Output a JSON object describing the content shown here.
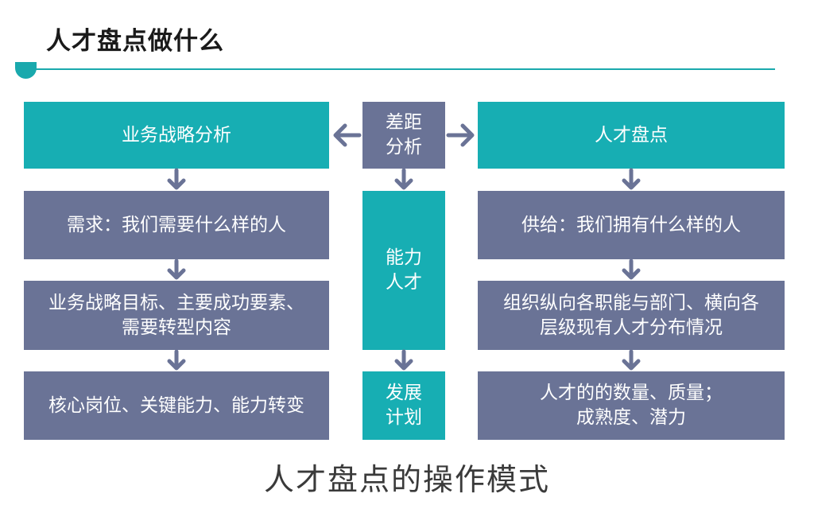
{
  "title": "人才盘点做什么",
  "caption": "人才盘点的操作模式",
  "colors": {
    "teal": "#17aeb3",
    "slate": "#6a7396",
    "arrow": "#6a7396"
  },
  "left": {
    "header": "业务战略分析",
    "items": [
      "需求：我们需要什么样的人",
      "业务战略目标、主要成功要素、\n需要转型内容",
      "核心岗位、关键能力、能力转变"
    ]
  },
  "center": {
    "gap": "差距\n分析",
    "ability": "能力\n人才",
    "plan": "发展\n计划"
  },
  "right": {
    "header": "人才盘点",
    "items": [
      "供给：我们拥有什么样的人",
      "组织纵向各职能与部门、横向各\n层级现有人才分布情况",
      "人才的的数量、质量；\n成熟度、潜力"
    ]
  }
}
